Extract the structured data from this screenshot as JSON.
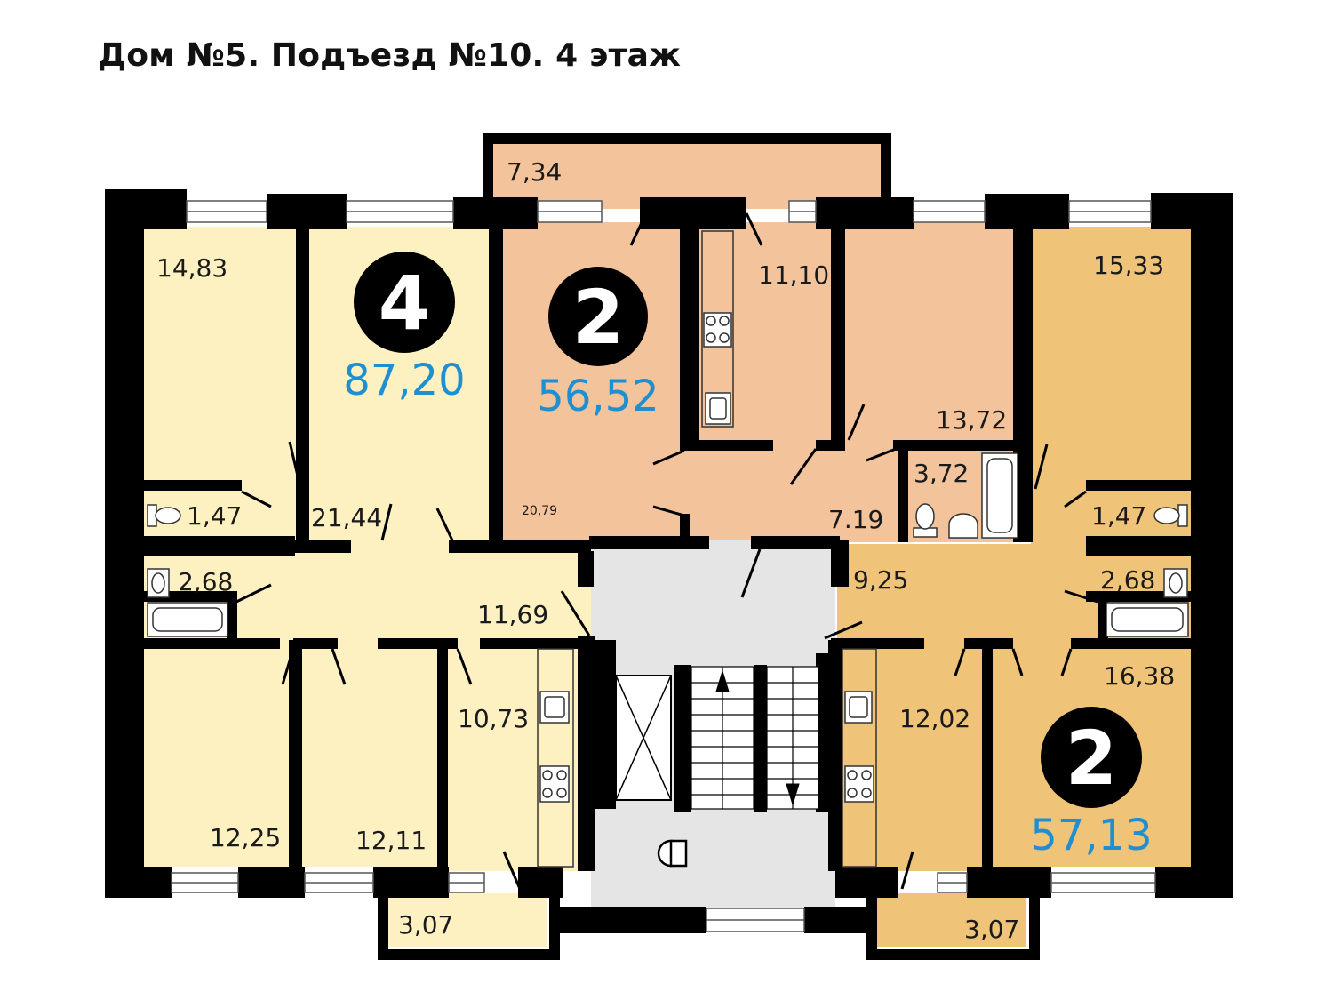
{
  "title": "Дом №5. Подъезд №10. 4 этаж",
  "colors": {
    "apt4": "#fdf1c2",
    "apt2_top": "#f3c39b",
    "apt2_right": "#efc479",
    "stair": "#e5e5e5",
    "wall": "#000000",
    "area_text": "#1e90d2"
  },
  "apartments": [
    {
      "rooms": "4",
      "total": "87,20"
    },
    {
      "rooms": "2",
      "total": "56,52"
    },
    {
      "rooms": "2",
      "total": "57,13"
    }
  ],
  "rooms": {
    "a4_bed_tl": "14,83",
    "a4_wc": "1,47",
    "a4_bath": "2,68",
    "a4_living": "21,44",
    "a4_hall": "11,69",
    "a4_bed_bl": "12,25",
    "a4_bed_bm": "12,11",
    "a4_kitchen": "10,73",
    "a4_balcony": "3,07",
    "a2t_balcony": "7,34",
    "a2t_kitchen": "11,10",
    "a2t_living": "20,79",
    "a2t_bed": "13,72",
    "a2t_bath": "3,72",
    "a2t_hall": "7.19",
    "a2r_bed": "15,33",
    "a2r_wc": "1,47",
    "a2r_bath": "2,68",
    "a2r_hall": "9,25",
    "a2r_living": "16,38",
    "a2r_kitchen": "12,02",
    "a2r_balcony": "3,07"
  }
}
